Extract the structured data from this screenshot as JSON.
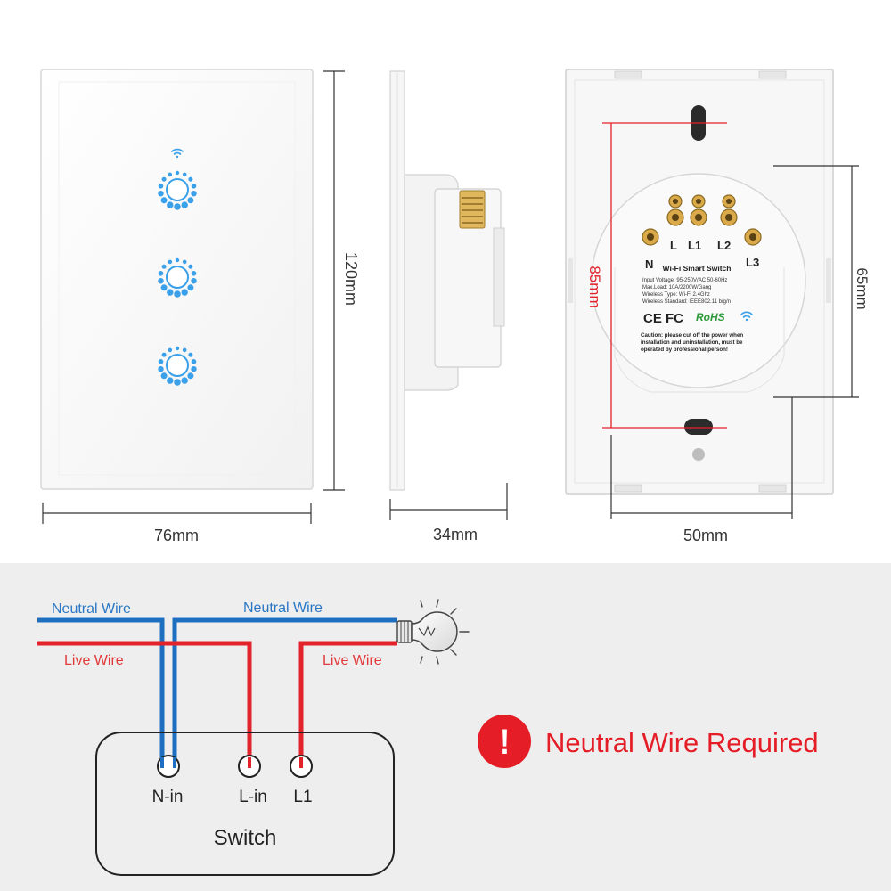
{
  "dimensions": {
    "front_width": "76mm",
    "height": "120mm",
    "side_depth": "34mm",
    "back_width": "50mm",
    "back_mount_spacing": "85mm",
    "back_module_height": "65mm"
  },
  "back_label": {
    "terminals": [
      "N",
      "L",
      "L1",
      "L2",
      "L3"
    ],
    "title": "Wi-Fi Smart Switch",
    "specs": [
      "Input Voltage: 95-250V/AC 50-60Hz",
      "Max.Load: 10A/2200W/Gang",
      "Wireless Type: Wi-Fi 2.4Ghz",
      "Wireless Standard: IEEE802.11 b/g/n"
    ],
    "marks": "CE FC",
    "rohs": "RoHS",
    "caution": [
      "Caution: please cut off the power when",
      "installation and uninstallation, must be",
      "operated by professional person!"
    ]
  },
  "wiring": {
    "neutral_left": "Neutral Wire",
    "neutral_right": "Neutral Wire",
    "live_left": "Live Wire",
    "live_right": "Live Wire",
    "terminal_n": "N-in",
    "terminal_lin": "L-in",
    "terminal_l1": "L1",
    "switch_label": "Switch",
    "notice": "Neutral Wire Required",
    "notice_icon": "!"
  },
  "colors": {
    "neutral": "#1f6fc0",
    "live": "#e3232a",
    "neutral_text": "#2a78c5",
    "live_text": "#e23a3a",
    "notice": "#e41d26",
    "touch_blue": "#3aa0ea",
    "panel_bg": "#eeeeee"
  }
}
